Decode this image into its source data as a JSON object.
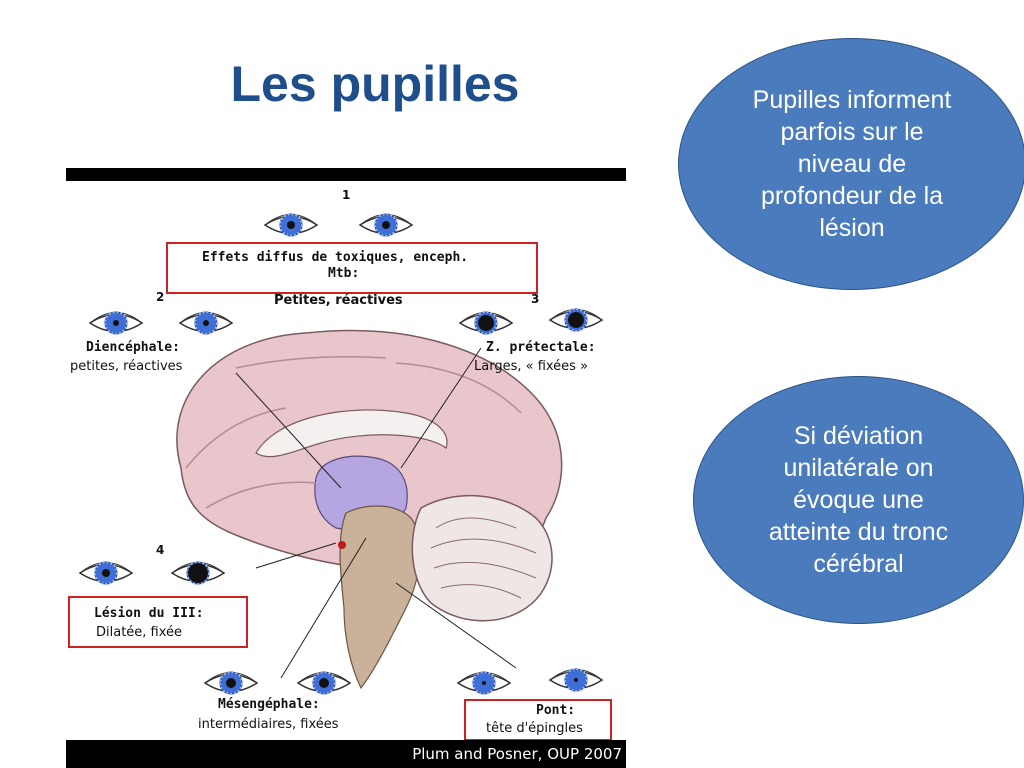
{
  "slide": {
    "title": "Les pupilles",
    "callout_top": "Pupilles informent parfois sur le niveau de profondeur de la lésion",
    "callout_bottom": "Si déviation unilatérale on évoque  une atteinte du tronc cérébral"
  },
  "figure": {
    "num1": "1",
    "num2": "2",
    "num3": "3",
    "num4": "4",
    "box1_line1": "Effets diffus de toxiques, enceph.",
    "box1_line2": "Mtb:",
    "box1_line3": "Petites, réactives",
    "dien_title": "Diencéphale:",
    "dien_desc": "petites, réactives",
    "pretect_title": "Z. prétectale:",
    "pretect_desc": "Larges, « fixées »",
    "iii_title": "Lésion du III:",
    "iii_desc": "Dilatée, fixée",
    "mesen_title": "Mésengéphale:",
    "mesen_desc": "intermédiaires, fixées",
    "pont_title": "Pont:",
    "pont_desc": "tête d'épingles",
    "caption": "Plum and Posner, OUP 2007"
  },
  "colors": {
    "title": "#1f4e8c",
    "callout_fill": "#4a7bbd",
    "box_border": "#cc2222",
    "iris": "#3f6fd6"
  }
}
